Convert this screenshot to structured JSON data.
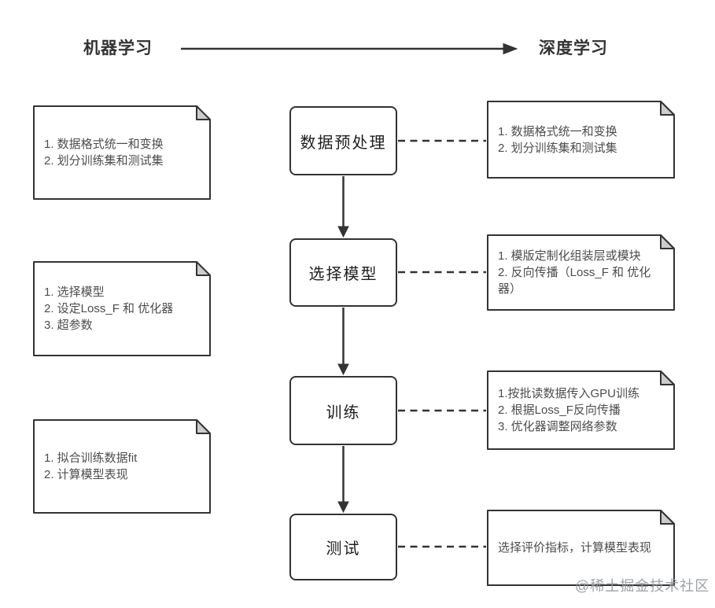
{
  "header": {
    "left_label": "机器学习",
    "right_label": "深度学习"
  },
  "flow_steps": [
    {
      "label": "数据预处理"
    },
    {
      "label": "选择模型"
    },
    {
      "label": "训练"
    },
    {
      "label": "测试"
    }
  ],
  "left_notes": [
    {
      "text": "1. 数据格式统一和变换\n2. 划分训练集和测试集"
    },
    {
      "text": "1. 选择模型\n2. 设定Loss_F 和 优化器\n3. 超参数"
    },
    {
      "text": "1. 拟合训练数据fit\n2. 计算模型表现"
    }
  ],
  "right_notes": [
    {
      "text": "1. 数据格式统一和变换\n2. 划分训练集和测试集"
    },
    {
      "text": "1. 模版定制化组装层或模块\n2. 反向传播（Loss_F 和 优化\n器）"
    },
    {
      "text": "1.按批读数据传入GPU训练\n2. 根据Loss_F反向传播\n3. 优化器调整网络参数"
    },
    {
      "text": "选择评价指标，计算模型表现"
    }
  ],
  "watermark": "@稀土掘金技术社区",
  "colors": {
    "line": "#333333",
    "note_text": "#4d4d4d",
    "fold": "#cccccc"
  }
}
